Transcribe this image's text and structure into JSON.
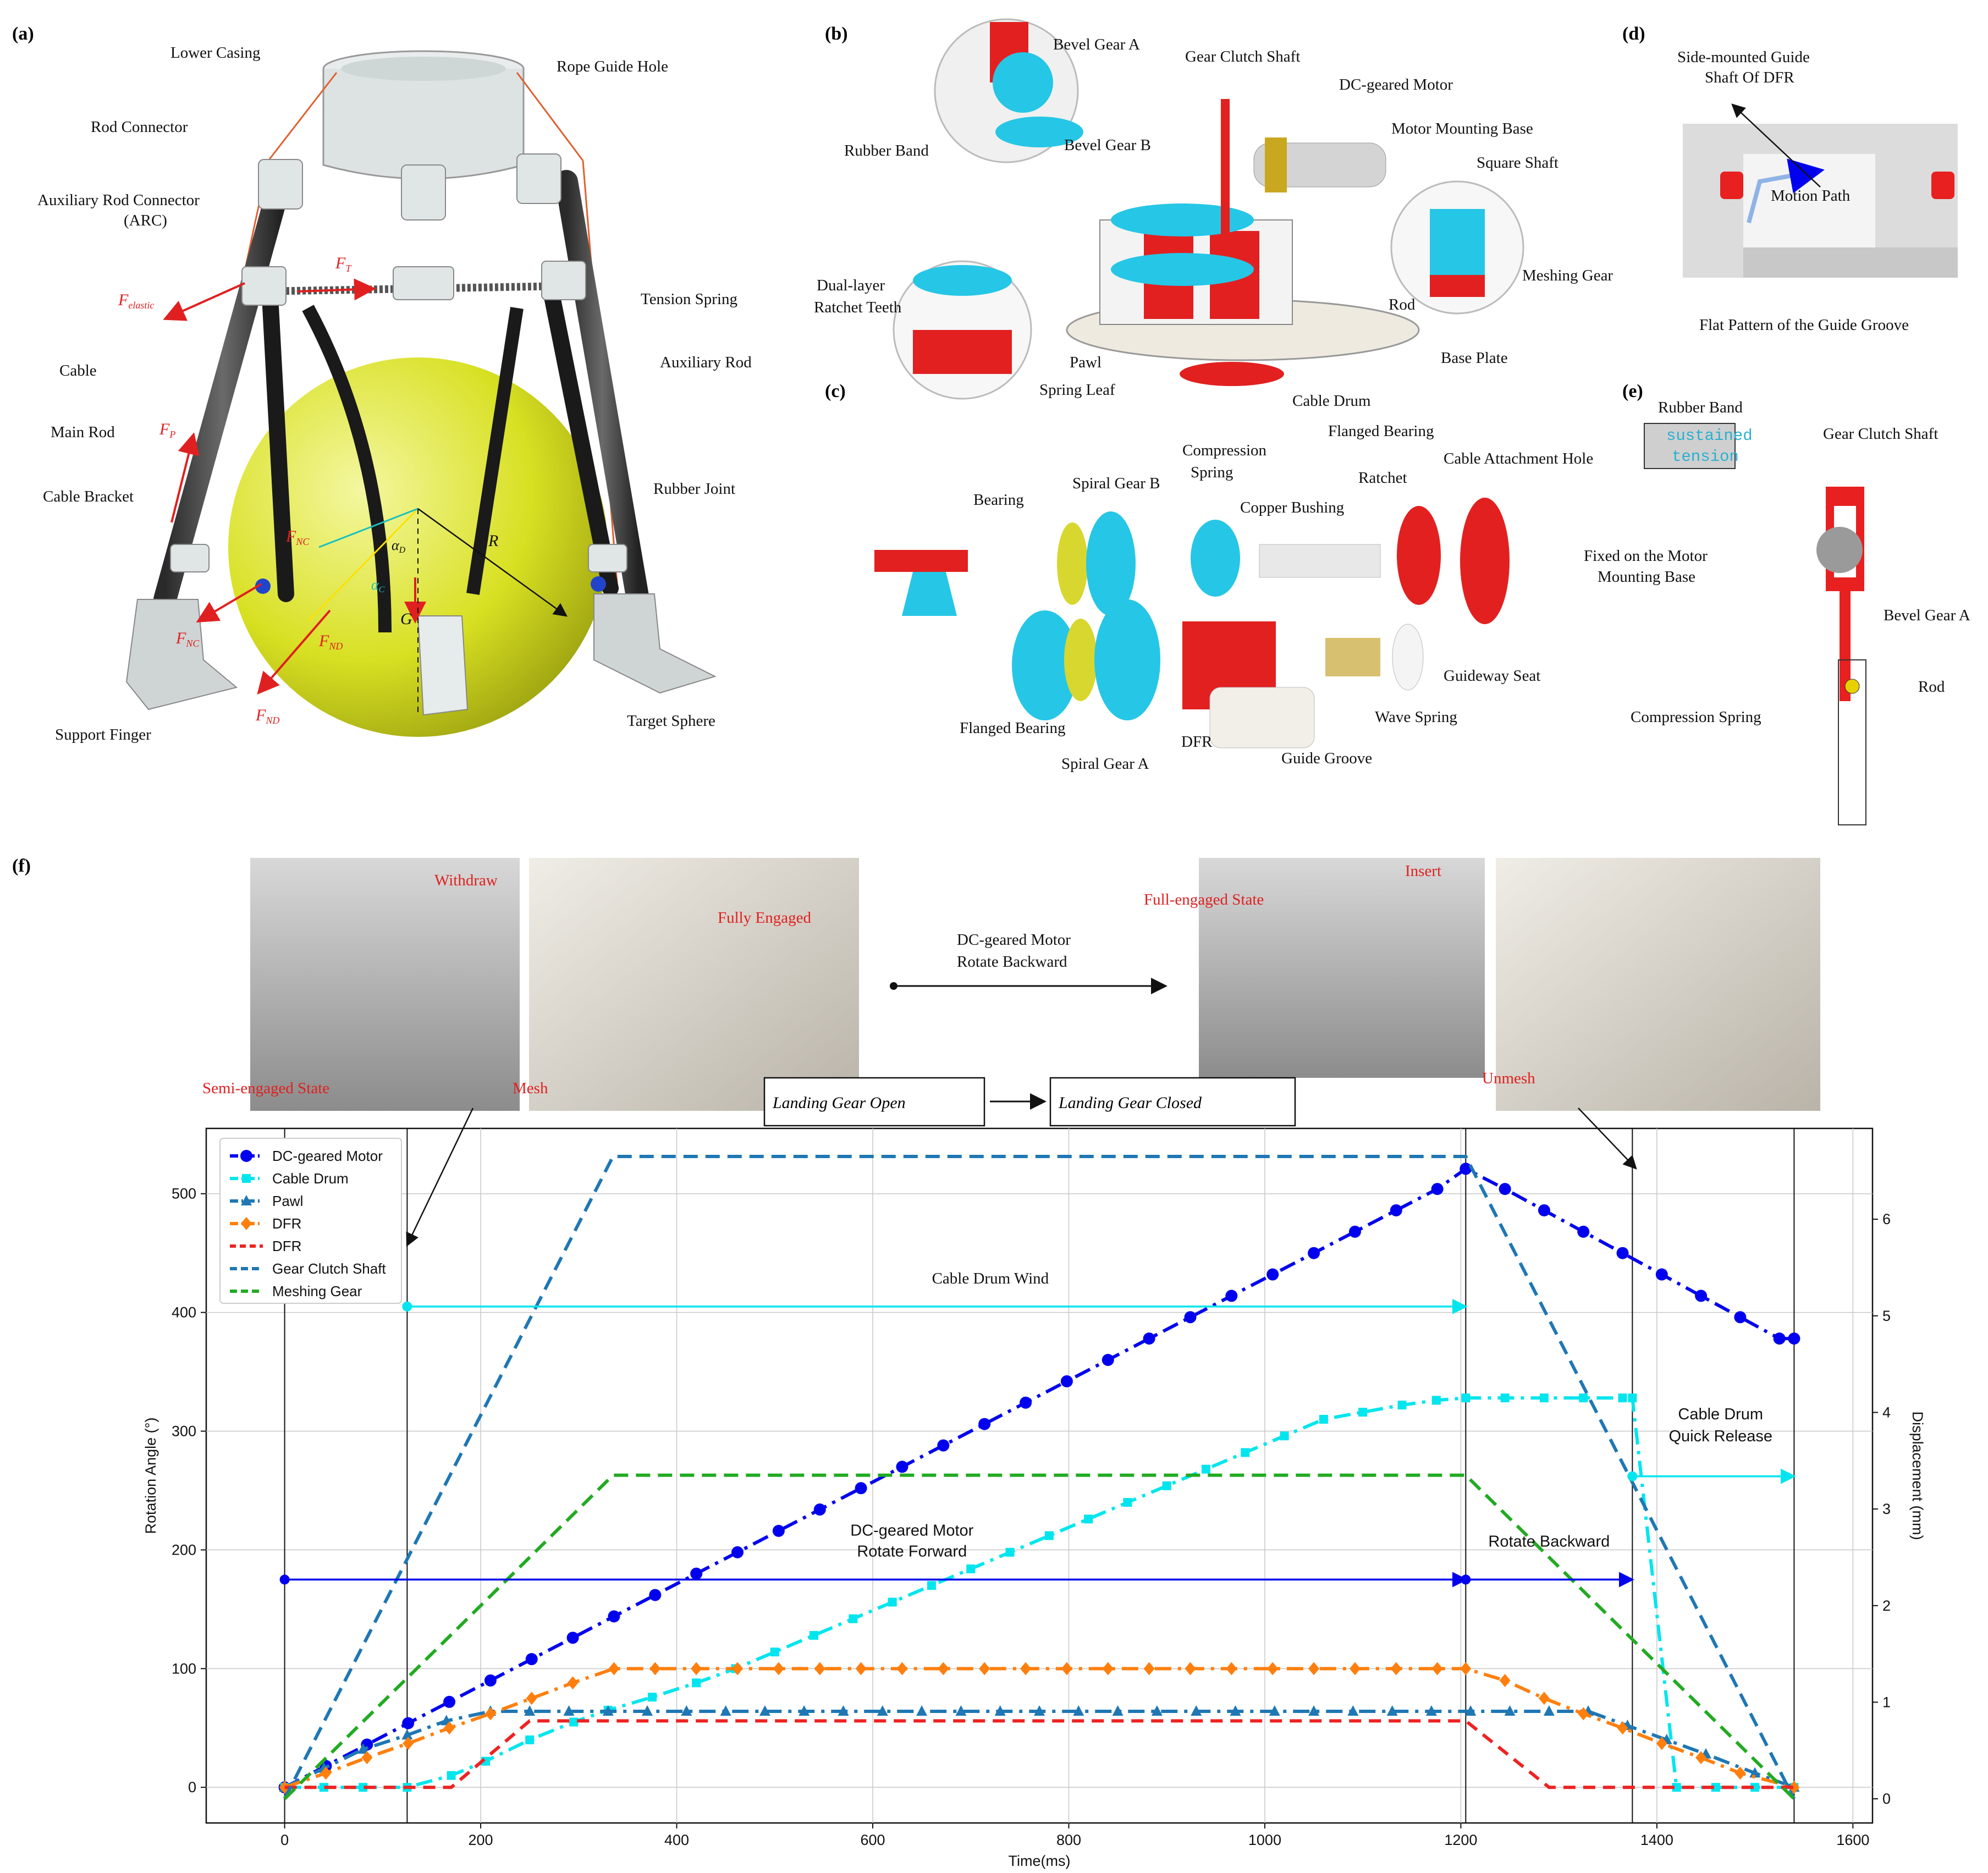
{
  "panels": {
    "a": {
      "tag": "(a)",
      "labels": {
        "lower_casing": "Lower Casing",
        "rope_guide_hole": "Rope Guide Hole",
        "rod_connector": "Rod Connector",
        "arc_1": "Auxiliary Rod Connector",
        "arc_2": "(ARC)",
        "tension_spring": "Tension Spring",
        "cable": "Cable",
        "auxiliary_rod": "Auxiliary Rod",
        "main_rod": "Main Rod",
        "cable_bracket": "Cable Bracket",
        "rubber_joint": "Rubber Joint",
        "support_finger": "Support Finger",
        "target_sphere": "Target Sphere"
      },
      "forces": {
        "f_elastic": "F",
        "f_elastic_sub": "elastic",
        "f_t": "F",
        "f_t_sub": "T",
        "f_p": "F",
        "f_p_sub": "P",
        "f_nc": "F",
        "f_nc_sub": "NC",
        "f_nc2": "F",
        "f_nc2_sub": "NC",
        "f_nd": "F",
        "f_nd_sub": "ND",
        "f_nd2": "F",
        "f_nd2_sub": "ND",
        "alpha_d": "α",
        "alpha_d_sub": "D",
        "alpha_c": "α",
        "alpha_c_sub": "C",
        "radius": "R",
        "gravity": "G"
      }
    },
    "b": {
      "tag": "(b)",
      "labels": {
        "bevel_gear_a": "Bevel Gear A",
        "gear_clutch_shaft": "Gear Clutch Shaft",
        "dc_motor": "DC-geared Motor",
        "rubber_band": "Rubber Band",
        "bevel_gear_b": "Bevel Gear B",
        "motor_mounting_base": "Motor Mounting Base",
        "square_shaft": "Square Shaft",
        "dual_layer_1": "Dual-layer",
        "dual_layer_2": "Ratchet Teeth",
        "meshing_gear": "Meshing Gear",
        "rod": "Rod",
        "pawl": "Pawl",
        "base_plate": "Base Plate",
        "spring_leaf": "Spring Leaf",
        "cable_drum": "Cable Drum"
      }
    },
    "c": {
      "tag": "(c)",
      "labels": {
        "compression_spring_1": "Compression",
        "compression_spring_2": "Spring",
        "flanged_bearing_top": "Flanged Bearing",
        "bearing": "Bearing",
        "spiral_gear_b": "Spiral Gear B",
        "copper_bushing": "Copper Bushing",
        "ratchet": "Ratchet",
        "cable_attachment_hole": "Cable Attachment Hole",
        "guideway_seat": "Guideway Seat",
        "flanged_bearing": "Flanged Bearing",
        "dfr": "DFR",
        "wave_spring": "Wave Spring",
        "spiral_gear_a": "Spiral Gear A",
        "guide_groove": "Guide Groove"
      }
    },
    "d": {
      "tag": "(d)",
      "labels": {
        "side_guide_1": "Side-mounted Guide",
        "side_guide_2": "Shaft Of DFR",
        "motion_path": "Motion Path",
        "flat_pattern": "Flat Pattern of the Guide Groove"
      }
    },
    "e": {
      "tag": "(e)",
      "labels": {
        "rubber_band": "Rubber Band",
        "sustained_1": "sustained",
        "sustained_2": "tension",
        "gear_clutch_shaft": "Gear Clutch Shaft",
        "fixed_1": "Fixed on the Motor",
        "fixed_2": "Mounting Base",
        "bevel_gear_a": "Bevel Gear A",
        "rod": "Rod",
        "compression_spring": "Compression Spring"
      }
    },
    "f": {
      "tag": "(f)",
      "photo_labels": {
        "withdraw": "Withdraw",
        "semi_engaged": "Semi-engaged State",
        "mesh": "Mesh",
        "fully_engaged": "Fully Engaged",
        "dc_motor_backward_1": "DC-geared Motor",
        "dc_motor_backward_2": "Rotate Backward",
        "insert": "Insert",
        "full_engaged": "Full-engaged State",
        "unmesh": "Unmesh",
        "landing_open": "Landing Gear Open",
        "landing_closed": "Landing Gear Closed"
      }
    }
  },
  "chart_data": {
    "type": "line",
    "xlabel": "Time(ms)",
    "ylabel": "Rotation Angle (°)",
    "y2label": "Displacement (mm)",
    "xlim": [
      -80,
      1620
    ],
    "ylim": [
      -30,
      555
    ],
    "y2lim": [
      -0.25,
      6.94
    ],
    "xticks": [
      "0",
      "200",
      "400",
      "600",
      "800",
      "1000",
      "1200",
      "1400",
      "1600"
    ],
    "yticks": [
      "0",
      "100",
      "200",
      "300",
      "400",
      "500"
    ],
    "y2ticks": [
      "0",
      "1",
      "2",
      "3",
      "4",
      "5",
      "6"
    ],
    "grid": true,
    "legend_position": "top-left",
    "series": [
      {
        "name": "DC-geared Motor",
        "axis": "left",
        "color": "#0000ee",
        "dash": "30,12,6,12",
        "marker": "circle",
        "x": [
          0,
          42,
          84,
          126,
          168,
          210,
          252,
          294,
          336,
          378,
          420,
          462,
          504,
          546,
          588,
          630,
          672,
          714,
          756,
          798,
          840,
          882,
          924,
          966,
          1008,
          1050,
          1092,
          1134,
          1176,
          1205,
          1245,
          1285,
          1325,
          1365,
          1405,
          1445,
          1485,
          1525,
          1540
        ],
        "y": [
          0,
          18,
          36,
          54,
          72,
          90,
          108,
          126,
          144,
          162,
          180,
          198,
          216,
          234,
          252,
          270,
          288,
          306,
          324,
          342,
          360,
          378,
          396,
          414,
          432,
          450,
          468,
          486,
          504,
          521,
          504,
          486,
          468,
          450,
          432,
          414,
          396,
          378,
          378
        ]
      },
      {
        "name": "Cable Drum",
        "axis": "left",
        "color": "#00e5ee",
        "dash": "30,12,6,12",
        "marker": "square",
        "x": [
          0,
          40,
          80,
          125,
          170,
          205,
          250,
          295,
          330,
          375,
          420,
          460,
          500,
          540,
          580,
          620,
          660,
          700,
          740,
          780,
          820,
          860,
          900,
          940,
          980,
          1020,
          1060,
          1100,
          1140,
          1175,
          1205,
          1245,
          1285,
          1325,
          1365,
          1375,
          1420,
          1460,
          1500,
          1540
        ],
        "y": [
          0,
          0,
          0,
          0,
          10,
          22,
          40,
          55,
          65,
          76,
          88,
          100,
          114,
          128,
          142,
          156,
          170,
          184,
          198,
          212,
          226,
          240,
          254,
          268,
          282,
          296,
          310,
          316,
          322,
          326,
          328,
          328,
          328,
          328,
          328,
          328,
          0,
          0,
          0,
          0
        ]
      },
      {
        "name": "Pawl",
        "axis": "left",
        "color": "#1f77b4",
        "dash": "30,12,6,12",
        "marker": "triangle",
        "x": [
          0,
          40,
          80,
          125,
          165,
          210,
          250,
          290,
          330,
          370,
          410,
          450,
          490,
          530,
          570,
          610,
          650,
          690,
          730,
          770,
          810,
          850,
          890,
          930,
          970,
          1010,
          1050,
          1090,
          1130,
          1170,
          1210,
          1250,
          1290,
          1330,
          1370,
          1410,
          1450,
          1500,
          1540
        ],
        "y": [
          0,
          16,
          32,
          44,
          56,
          64,
          64,
          64,
          64,
          64,
          64,
          64,
          64,
          64,
          64,
          64,
          64,
          64,
          64,
          64,
          64,
          64,
          64,
          64,
          64,
          64,
          64,
          64,
          64,
          64,
          64,
          64,
          64,
          64,
          52,
          40,
          28,
          12,
          0
        ]
      },
      {
        "name": "DFR",
        "axis": "left",
        "color": "#ff7f0e",
        "dash": "30,12,6,12",
        "marker": "diamond",
        "x": [
          0,
          42,
          84,
          126,
          168,
          210,
          252,
          294,
          336,
          378,
          420,
          462,
          504,
          546,
          588,
          630,
          672,
          714,
          756,
          798,
          840,
          882,
          924,
          966,
          1008,
          1050,
          1092,
          1134,
          1176,
          1205,
          1245,
          1285,
          1325,
          1365,
          1405,
          1445,
          1485,
          1540
        ],
        "y": [
          0,
          12,
          25,
          37,
          50,
          62,
          75,
          88,
          100,
          100,
          100,
          100,
          100,
          100,
          100,
          100,
          100,
          100,
          100,
          100,
          100,
          100,
          100,
          100,
          100,
          100,
          100,
          100,
          100,
          100,
          90,
          75,
          62,
          50,
          37,
          25,
          12,
          0
        ]
      },
      {
        "name": "DFR",
        "axis": "left",
        "color": "#ee2222",
        "dash": "22,14",
        "marker": "none",
        "x": [
          0,
          170,
          250,
          1205,
          1290,
          1540
        ],
        "y": [
          0,
          0,
          56,
          56,
          0,
          0
        ]
      },
      {
        "name": "Gear Clutch Shaft",
        "axis": "right",
        "color": "#1f77b4",
        "dash": "26,14",
        "marker": "none",
        "x": [
          0,
          335,
          1205,
          1540
        ],
        "y": [
          0,
          6.65,
          6.65,
          0
        ]
      },
      {
        "name": "Meshing Gear",
        "axis": "right",
        "color": "#22aa22",
        "dash": "26,14",
        "marker": "none",
        "x": [
          0,
          335,
          1205,
          1540
        ],
        "y": [
          0,
          3.35,
          3.35,
          0
        ]
      }
    ],
    "annotations": {
      "cable_drum_wind": "Cable Drum Wind",
      "dc_forward_1": "DC-geared Motor",
      "dc_forward_2": "Rotate Forward",
      "rotate_backward": "Rotate Backward",
      "quick_release_1": "Cable Drum",
      "quick_release_2": "Quick Release"
    }
  }
}
